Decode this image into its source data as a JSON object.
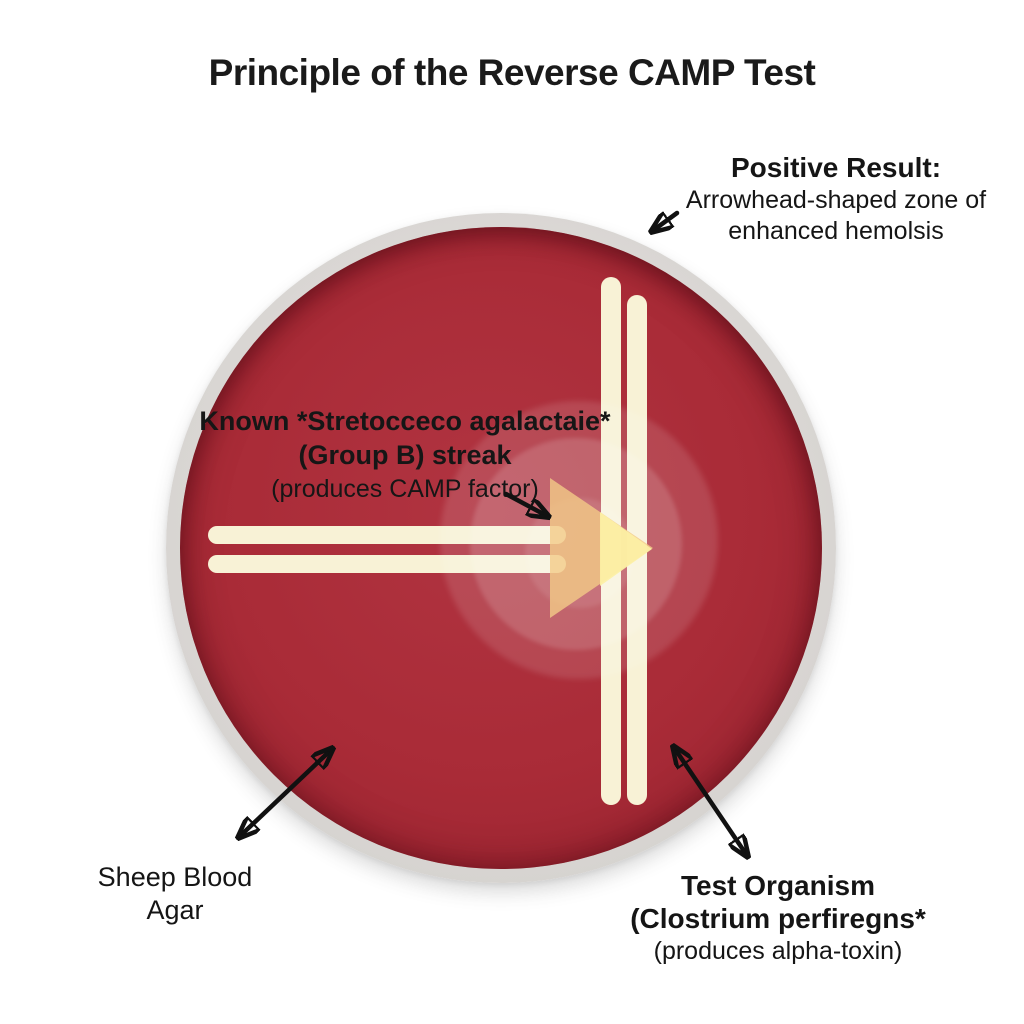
{
  "title": "Principle of the Reverse CAMP Test",
  "labels": {
    "positive_result": {
      "heading": "Positive Result:",
      "line1": "Arrowhead-shaped zone of",
      "line2": "enhanced hemolsis"
    },
    "known_organism": {
      "line1": "Known *Stretocceco agalactaie*",
      "line2": "(Group B) streak",
      "line3": "(produces CAMP factor)"
    },
    "agar": {
      "line1": "Sheep Blood",
      "line2": "Agar"
    },
    "test_organism": {
      "line1": "Test Organism",
      "line2": "(Clostrium perfiregns*",
      "line3": "(produces alpha-toxin)"
    }
  },
  "colors": {
    "background": "#ffffff",
    "agar_red": "#a92b37",
    "agar_edge_red": "#8e2130",
    "dish_rim_gray": "#d7d4d1",
    "streak_cream": "#f8f2d6",
    "arrowhead_zone_tan": "#eec28b",
    "arrowhead_zone_yellow": "#f8eca0",
    "hemolysis_halo_white": "#ffffff",
    "annotation_black": "#111111"
  }
}
